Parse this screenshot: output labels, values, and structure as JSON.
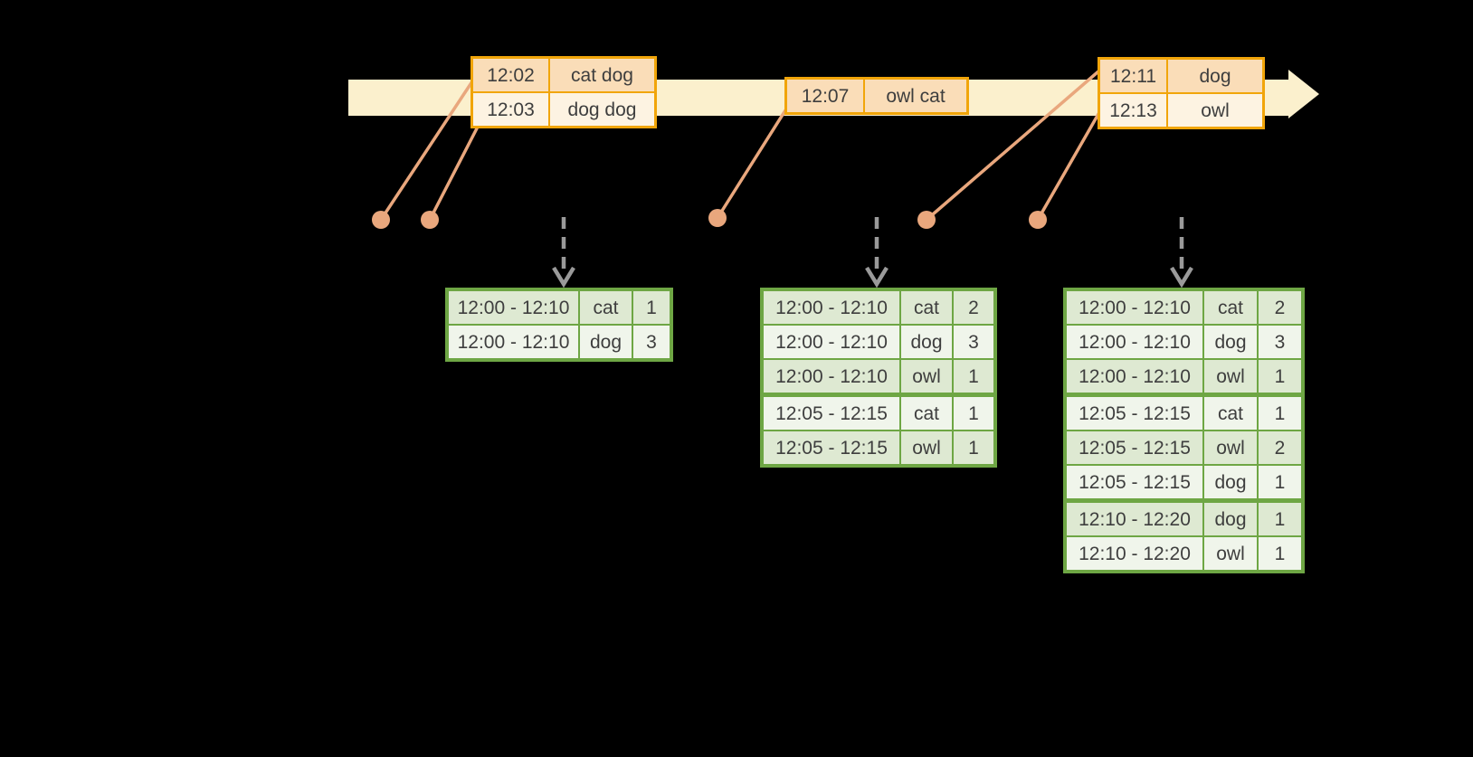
{
  "diagram": {
    "colors": {
      "background": "#000000",
      "timeline_band": "#FBF0CD",
      "event_border": "#F1A50A",
      "event_row_dark": "#FADDB8",
      "event_row_light": "#FDF3E2",
      "connector": "#E9A77D",
      "result_border": "#6EA644",
      "result_row_dark": "#DEE9D2",
      "result_row_light": "#F0F5EB",
      "arrow_gray": "#9A9A9A",
      "text": "#3E3E3E"
    },
    "icons": {
      "timeline_arrowhead": "arrow-right",
      "trigger_arrow": "arrow-down",
      "event_marker": "dot"
    },
    "event_tables": [
      {
        "rows": [
          {
            "time": "12:02",
            "words": "cat dog"
          },
          {
            "time": "12:03",
            "words": "dog dog"
          }
        ]
      },
      {
        "rows": [
          {
            "time": "12:07",
            "words": "owl cat"
          }
        ]
      },
      {
        "rows": [
          {
            "time": "12:11",
            "words": "dog"
          },
          {
            "time": "12:13",
            "words": "owl"
          }
        ]
      }
    ],
    "result_tables": [
      {
        "rows": [
          {
            "window": "12:00 - 12:10",
            "word": "cat",
            "count": "1",
            "sep": false
          },
          {
            "window": "12:00 - 12:10",
            "word": "dog",
            "count": "3",
            "sep": false
          }
        ]
      },
      {
        "rows": [
          {
            "window": "12:00 - 12:10",
            "word": "cat",
            "count": "2",
            "sep": false
          },
          {
            "window": "12:00 - 12:10",
            "word": "dog",
            "count": "3",
            "sep": false
          },
          {
            "window": "12:00 - 12:10",
            "word": "owl",
            "count": "1",
            "sep": false
          },
          {
            "window": "12:05 - 12:15",
            "word": "cat",
            "count": "1",
            "sep": true
          },
          {
            "window": "12:05 - 12:15",
            "word": "owl",
            "count": "1",
            "sep": false
          }
        ]
      },
      {
        "rows": [
          {
            "window": "12:00 - 12:10",
            "word": "cat",
            "count": "2",
            "sep": false
          },
          {
            "window": "12:00 - 12:10",
            "word": "dog",
            "count": "3",
            "sep": false
          },
          {
            "window": "12:00 - 12:10",
            "word": "owl",
            "count": "1",
            "sep": false
          },
          {
            "window": "12:05 - 12:15",
            "word": "cat",
            "count": "1",
            "sep": true
          },
          {
            "window": "12:05 - 12:15",
            "word": "owl",
            "count": "2",
            "sep": false
          },
          {
            "window": "12:05 - 12:15",
            "word": "dog",
            "count": "1",
            "sep": false
          },
          {
            "window": "12:10 - 12:20",
            "word": "dog",
            "count": "1",
            "sep": true
          },
          {
            "window": "12:10 - 12:20",
            "word": "owl",
            "count": "1",
            "sep": false
          }
        ]
      }
    ]
  }
}
